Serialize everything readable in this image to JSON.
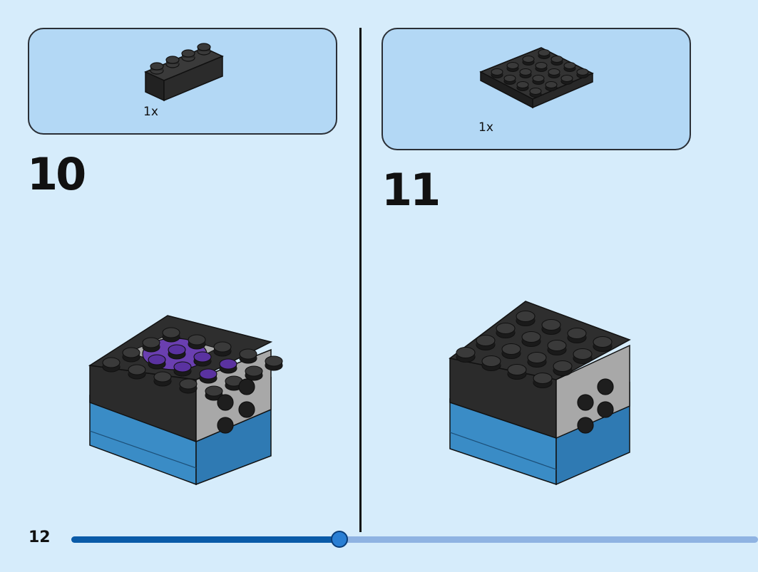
{
  "steps": [
    {
      "number": "10",
      "part_quantity": "1x",
      "part_icon": "black-brick-1x4-icon"
    },
    {
      "number": "11",
      "part_quantity": "1x",
      "part_icon": "black-plate-4x4-icon"
    }
  ],
  "page": {
    "number": "12"
  },
  "progress": {
    "fraction": 0.39
  },
  "colors": {
    "background": "#d6ecfb",
    "parts_box": "#b3d8f5",
    "brick_black": "#2b2b2b",
    "brick_blue": "#3a8cc6",
    "brick_gray": "#a8a8a8",
    "brick_purple": "#6a3fb0",
    "progress_done": "#0a5ba8",
    "progress_todo": "#8fb3e2"
  }
}
